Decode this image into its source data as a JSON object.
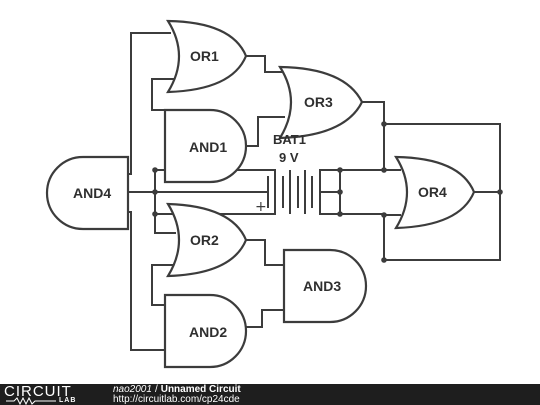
{
  "gates": {
    "or1": "OR1",
    "or2": "OR2",
    "or3": "OR3",
    "or4": "OR4",
    "and1": "AND1",
    "and2": "AND2",
    "and3": "AND3",
    "and4": "AND4"
  },
  "battery": {
    "name": "BAT1",
    "voltage": "9 V",
    "plus_sign": "+"
  },
  "footer": {
    "logo_top": "CIRCUIT",
    "logo_lab": "LAB",
    "author": "nao2001",
    "separator": "/",
    "title": "Unnamed Circuit",
    "url": "http://circuitlab.com/cp24cde"
  }
}
